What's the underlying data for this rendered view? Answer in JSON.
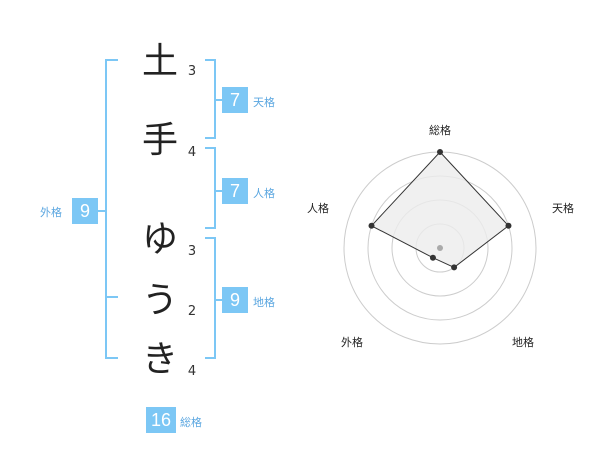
{
  "name": {
    "chars": [
      "土",
      "手",
      "ゆ",
      "う",
      "き"
    ],
    "strokes": [
      "3",
      "4",
      "3",
      "2",
      "4"
    ]
  },
  "fortune": {
    "tenkaku": {
      "value": "7",
      "label": "天格"
    },
    "jinkaku": {
      "value": "7",
      "label": "人格"
    },
    "chikaku": {
      "value": "9",
      "label": "地格"
    },
    "gaikaku": {
      "value": "9",
      "label": "外格"
    },
    "soukaku": {
      "value": "16",
      "label": "総格"
    }
  },
  "radar": {
    "axis_labels": [
      "総格",
      "天格",
      "地格",
      "外格",
      "人格"
    ],
    "levels": 4,
    "values": [
      4,
      3,
      1,
      0.5,
      3
    ],
    "colors": {
      "fill": "#ececec",
      "line": "#333333",
      "ring": "#cccccc",
      "point": "#333333",
      "center": "#aaaaaa"
    }
  },
  "colors": {
    "accent": "#7cc7f5",
    "bracket": "#7cc7f5",
    "label": "#5aa6e0"
  }
}
